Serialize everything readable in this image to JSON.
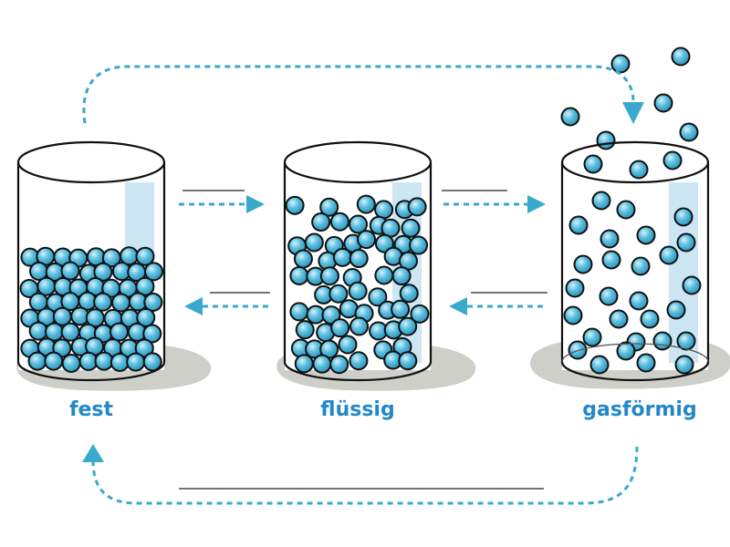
{
  "states": [
    {
      "key": "solid",
      "label": "fest"
    },
    {
      "key": "liquid",
      "label": "flüssig"
    },
    {
      "key": "gas",
      "label": "gasförmig"
    }
  ],
  "transition_blanks": [
    "",
    "",
    "",
    "",
    ""
  ],
  "colors": {
    "particle_fill": "#4fb6d8",
    "particle_stroke": "#111111",
    "arrow": "#3aa9cc",
    "label": "#2388c8",
    "shadow": "#cfcfc9",
    "beaker_highlight": "#cde6f4"
  },
  "icons": {
    "arrow_head": "triangle",
    "particle": "circle"
  }
}
